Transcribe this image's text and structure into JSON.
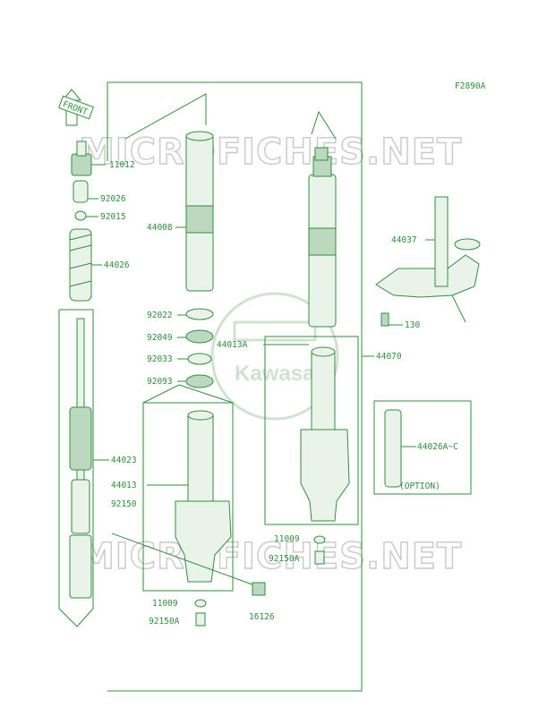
{
  "figure_code": "F2890A",
  "front_tag": "FRONT",
  "watermark": "MICROFICHES.NET",
  "brand": "Kawasaki",
  "option_box": "(OPTION)",
  "labels": {
    "l11012": "11012",
    "l92026": "92026",
    "l92015": "92015",
    "l44026": "44026",
    "l44008": "44008",
    "l92022": "92022",
    "l92049": "92049",
    "l92033": "92033",
    "l92093": "92093",
    "l44023": "44023",
    "l44013": "44013",
    "l92150": "92150",
    "l11009a": "11009",
    "l92150a": "92150A",
    "l16126": "16126",
    "l44013a": "44013A",
    "l44070": "44070",
    "l11009b": "11009",
    "l92150ab": "92150A",
    "l44037": "44037",
    "l130": "130",
    "l44026ac": "44026A~C"
  },
  "colors": {
    "line": "#2f8f3a",
    "watermark": "#c9c9c9"
  }
}
